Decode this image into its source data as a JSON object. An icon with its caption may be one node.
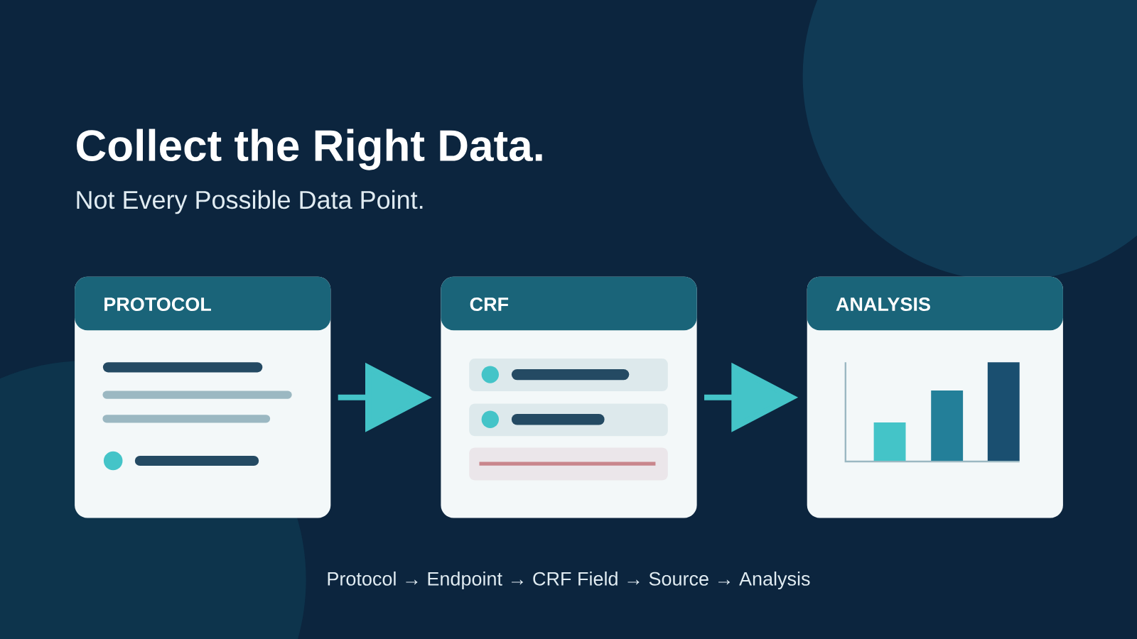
{
  "diagram": {
    "title": "Collect the Right Data.",
    "nodes": [
      {
        "text": [
          "PROTOCOL"
        ]
      },
      {
        "text": [
          "CRF"
        ]
      },
      {
        "text": [
          "ANALYSIS"
        ]
      }
    ],
    "edges": [
      {
        "from": 0,
        "to": 1,
        "arrow": "to"
      },
      {
        "from": 1,
        "to": 2,
        "arrow": "to"
      }
    ],
    "labels": [
      "Not Every Possible Data Point.",
      "Protocol → Endpoint → CRF Field → Source → Analysis"
    ]
  }
}
